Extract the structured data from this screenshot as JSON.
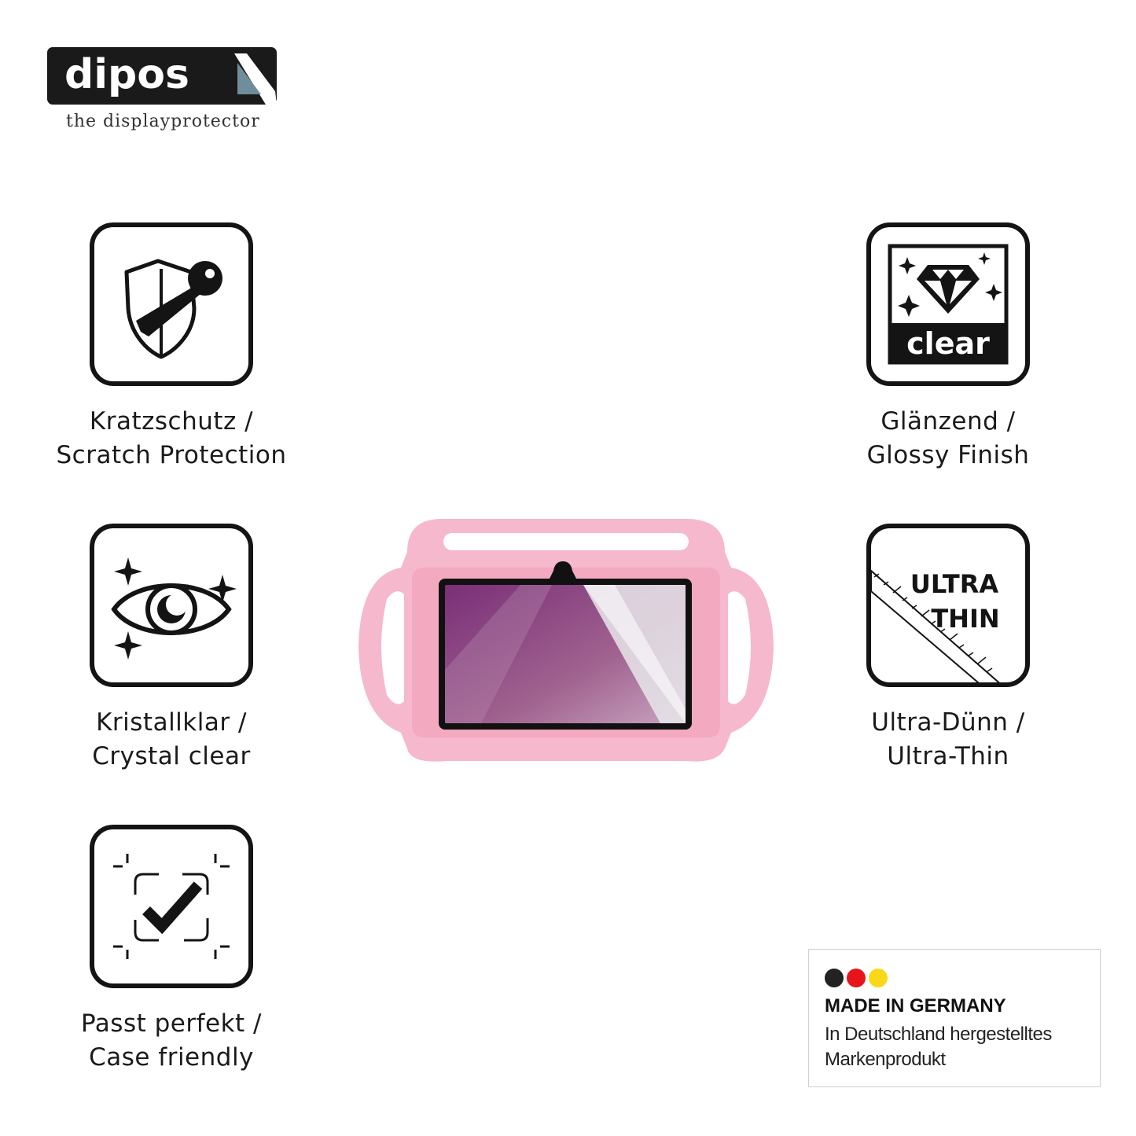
{
  "brand": {
    "name": "dipos",
    "tagline": "the displayprotector"
  },
  "features": [
    {
      "id": "scratch",
      "icon": "shield-key-icon",
      "line1": "Kratzschutz /",
      "line2": "Scratch Protection"
    },
    {
      "id": "crystal",
      "icon": "eye-sparkle-icon",
      "line1": "Kristallklar /",
      "line2": "Crystal clear"
    },
    {
      "id": "case",
      "icon": "checkmark-frame-icon",
      "line1": "Passt perfekt /",
      "line2": "Case friendly"
    },
    {
      "id": "glossy",
      "icon": "diamond-clear-icon",
      "badge": "clear",
      "line1": "Glänzend /",
      "line2": "Glossy Finish"
    },
    {
      "id": "thin",
      "icon": "ultra-thin-ruler-icon",
      "badge_line1": "ULTRA",
      "badge_line2": "THIN",
      "line1": "Ultra-Dünn /",
      "line2": "Ultra-Thin"
    }
  ],
  "product": {
    "icon": "pink-kids-tablet-case",
    "case_color": "#f5b8cc",
    "screen_color": "#8a4a8a"
  },
  "origin": {
    "flag_colors": [
      "#222222",
      "#e8141c",
      "#f9d81a"
    ],
    "title": "MADE IN GERMANY",
    "line1": "In Deutschland hergestelltes",
    "line2": "Markenprodukt"
  }
}
